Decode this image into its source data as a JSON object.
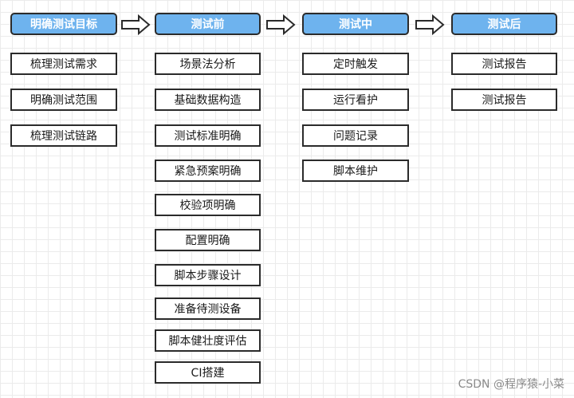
{
  "columns": [
    {
      "header": "明确测试目标",
      "items": [
        "梳理测试需求",
        "明确测试范围",
        "梳理测试链路"
      ]
    },
    {
      "header": "测试前",
      "items": [
        "场景法分析",
        "基础数据构造",
        "测试标准明确",
        "紧急预案明确",
        "校验项明确",
        "配置明确",
        "脚本步骤设计",
        "准备待测设备",
        "脚本健壮度评估",
        "CI搭建"
      ]
    },
    {
      "header": "测试中",
      "items": [
        "定时触发",
        "运行看护",
        "问题记录",
        "脚本维护"
      ]
    },
    {
      "header": "测试后",
      "items": [
        "测试报告",
        "测试报告"
      ]
    }
  ],
  "watermark": "CSDN @程序猿-小菜",
  "colors": {
    "header_fill": "#6eb3ee",
    "border": "#2b2b2b",
    "header_text": "#ffffff"
  },
  "connectors": [
    "arrow-right",
    "arrow-right",
    "arrow-right"
  ]
}
